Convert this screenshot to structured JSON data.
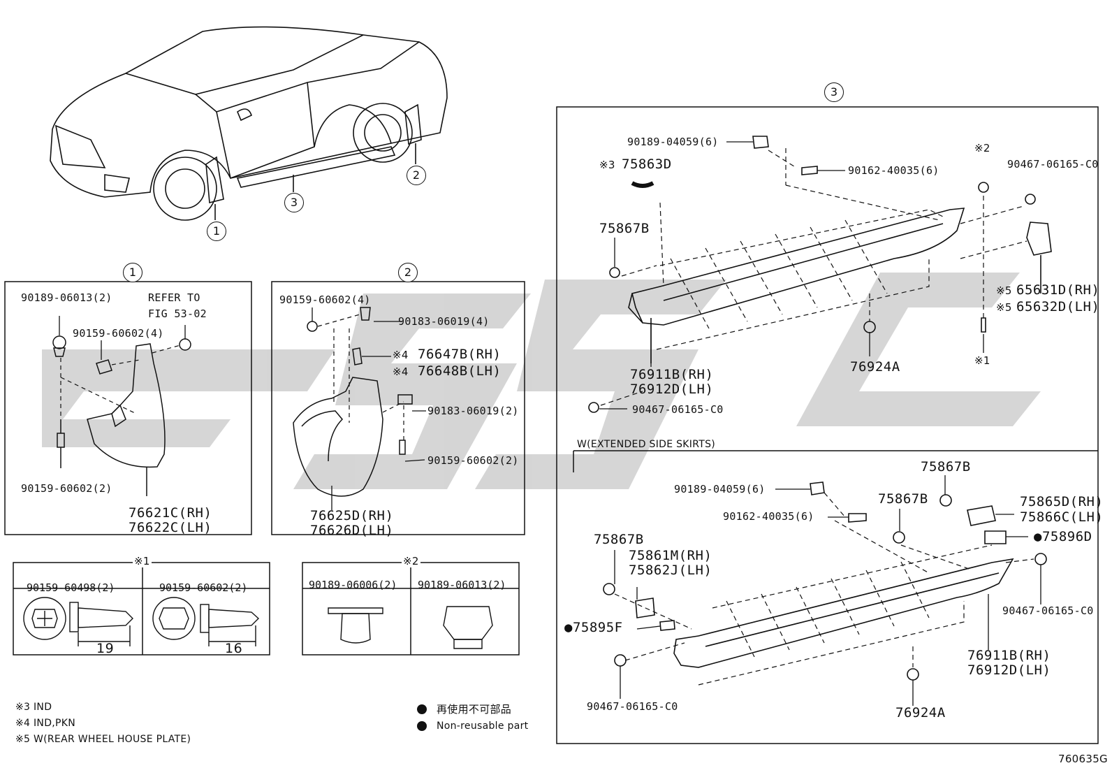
{
  "doc_id": "760635G",
  "overview": {
    "callouts": [
      "1",
      "2",
      "3"
    ]
  },
  "panel1": {
    "number": "1",
    "refer_line1": "REFER TO",
    "refer_line2": "FIG 53-02",
    "p_90189_06013": "90189-06013(2)",
    "p_90159_60602a": "90159-60602(4)",
    "p_90159_60602b": "90159-60602(2)",
    "p_rh": "76621C(RH)",
    "p_lh": "76622C(LH)"
  },
  "panel2": {
    "number": "2",
    "p_90159_60602a": "90159-60602(4)",
    "p_90183_06019a": "90183-06019(4)",
    "mark4a": "※4",
    "p_76647B": "76647B(RH)",
    "mark4b": "※4",
    "p_76648B": "76648B(LH)",
    "p_90183_06019b": "90183-06019(2)",
    "p_90159_60602b": "90159-60602(2)",
    "p_rh": "76625D(RH)",
    "p_lh": "76626D(LH)"
  },
  "table1": {
    "mark": "※1",
    "col1": "90159-60498(2)",
    "col2": "90159-60602(2)",
    "dim1": "19",
    "dim2": "16"
  },
  "table2": {
    "mark": "※2",
    "col1": "90189-06006(2)",
    "col2": "90189-06013(2)"
  },
  "notes": {
    "n3": "※3 IND",
    "n4": "※4 IND,PKN",
    "n5": "※5 W(REAR WHEEL HOUSE PLATE)"
  },
  "legend": {
    "jp": "再使用不可部品",
    "en": "Non-reusable part"
  },
  "panel3": {
    "number": "3",
    "p_90189_04059": "90189-04059(6)",
    "mark3": "※3",
    "p_75863D": "75863D",
    "p_90162_40035": "90162-40035(6)",
    "mark2": "※2",
    "p_90467_top": "90467-06165-C0",
    "p_75867B": "75867B",
    "mark5a": "※5",
    "p_65631D": "65631D(RH)",
    "mark5b": "※5",
    "p_65632D": "65632D(LH)",
    "p_76911B": "76911B(RH)",
    "p_76912D": "76912D(LH)",
    "p_76924A": "76924A",
    "mark1": "※1",
    "p_90467_bottom": "90467-06165-C0"
  },
  "panel3b": {
    "title": "W(EXTENDED SIDE SKIRTS)",
    "p_90189_04059": "90189-04059(6)",
    "p_75867B_top": "75867B",
    "p_90162_40035": "90162-40035(6)",
    "p_75867B_mid": "75867B",
    "p_75865D": "75865D(RH)",
    "p_75866C": "75866C(LH)",
    "p_75896D": "75896D",
    "p_75867B_left": "75867B",
    "p_75861M": "75861M(RH)",
    "p_75862J": "75862J(LH)",
    "p_90467_right": "90467-06165-C0",
    "p_75895F": "75895F",
    "p_76911B": "76911B(RH)",
    "p_76912D": "76912D(LH)",
    "p_90467_left": "90467-06165-C0",
    "p_76924A": "76924A"
  }
}
